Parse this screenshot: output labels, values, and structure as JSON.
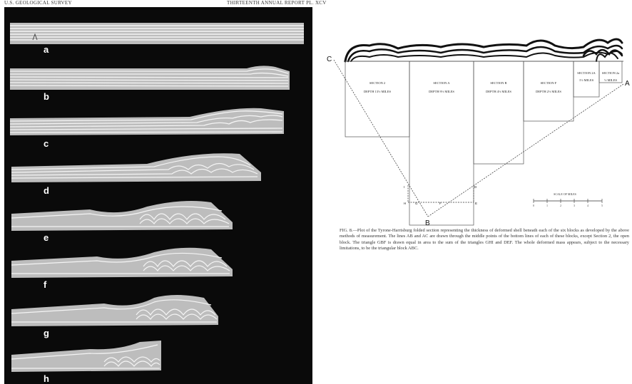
{
  "header": {
    "left": "U.S. GEOLOGICAL SURVEY",
    "right": "THIRTEENTH ANNUAL REPORT PL. XCV"
  },
  "plate": {
    "panels": [
      {
        "label": "a"
      },
      {
        "label": "b"
      },
      {
        "label": "c"
      },
      {
        "label": "d"
      },
      {
        "label": "e"
      },
      {
        "label": "f"
      },
      {
        "label": "g"
      },
      {
        "label": "h"
      }
    ]
  },
  "figure": {
    "points": {
      "A": "A",
      "B": "B",
      "C": "C",
      "D": "D",
      "E": "E",
      "F": "F",
      "G": "G",
      "H": "H",
      "I": "I"
    },
    "sections": [
      {
        "name": "SECTION 2",
        "depth": "DEPTH 13½ MILES"
      },
      {
        "name": "SECTION A",
        "depth": "DEPTH 9½ MILES"
      },
      {
        "name": "SECTION B",
        "depth": "DEPTH 4½ MILES"
      },
      {
        "name": "SECTION F",
        "depth": "DEPTH 2½ MILES"
      },
      {
        "name": "SECTION 2A",
        "depth": "1½ MILES"
      },
      {
        "name": "SECTION 2a",
        "depth": "½ MILES"
      }
    ],
    "scale_label": "SCALE OF MILES",
    "scale_ticks": [
      "0",
      "1",
      "2",
      "3",
      "4",
      "5"
    ]
  },
  "caption": "FIG. 8.—Plot of the Tyrone-Harrisburg folded section representing the thickness of deformed shell beneath each of the six blocks as developed by the above methods of measurement. The lines AB and AC are drawn through the middle points of the bottom lines of each of these blocks, except Section 2, the open block. The triangle GBF is drawn equal in area to the sum of the triangles GHI and DEF. The whole deformed mass appears, subject to the necessary limitations, to be the triangular block ABC."
}
